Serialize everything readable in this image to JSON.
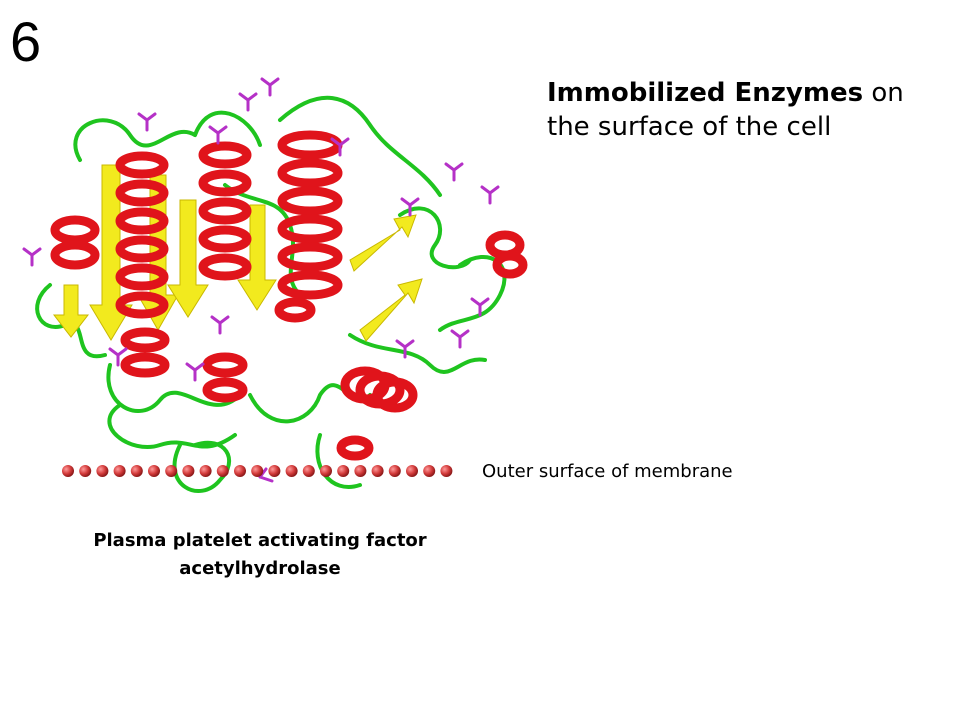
{
  "slide_number": "6",
  "title": {
    "bold": "Immobilized Enzymes",
    "rest": " on the surface of the cell"
  },
  "membrane_label": "Outer surface of membrane",
  "caption": {
    "line1": "Plasma platelet activating factor",
    "line2": "acetylhydrolase"
  },
  "colors": {
    "helix": "#e0141b",
    "sheet": "#f2ea1e",
    "coil": "#1fc41f",
    "ligand": "#b531c7",
    "membrane_bead": "#d23a3a"
  }
}
